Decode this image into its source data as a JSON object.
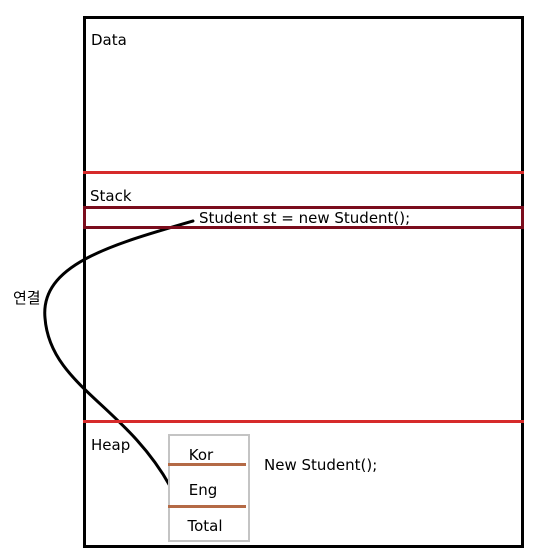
{
  "regions": {
    "data_label": "Data",
    "stack_label": "Stack",
    "heap_label": "Heap"
  },
  "stack_statement": "Student st = new Student();",
  "link_label": "연결",
  "heap_object": {
    "fields": [
      "Kor",
      "Eng",
      "Total"
    ],
    "caption": "New Student();"
  },
  "colors": {
    "frame": "#000000",
    "region_divider": "#d62a2a",
    "stack_row_border": "#7a0c1c",
    "field_separator": "#b46a46",
    "object_border": "#c4c4c4"
  }
}
